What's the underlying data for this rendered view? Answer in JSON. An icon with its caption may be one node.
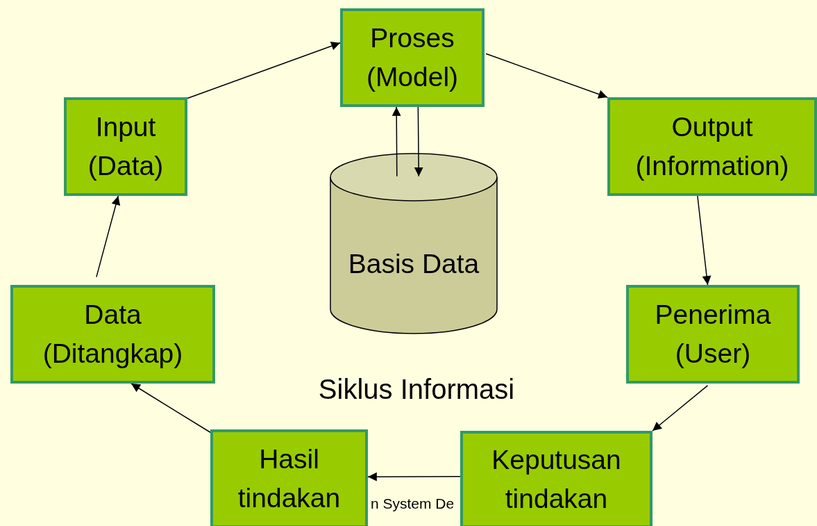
{
  "diagram": {
    "nodes": [
      {
        "text": [
          "Proses (Model)"
        ]
      },
      {
        "text": [
          "Output (Information)"
        ]
      },
      {
        "text": [
          "Penerima (User)"
        ]
      },
      {
        "text": [
          "Keputusan tindakan"
        ]
      },
      {
        "text": [
          "Hasil tindakan"
        ]
      },
      {
        "text": [
          "Data (Ditangkap)"
        ]
      },
      {
        "text": [
          "Input (Data)"
        ]
      },
      {
        "text": [
          "Basis Data"
        ]
      }
    ],
    "edges": [
      {
        "from": 6,
        "to": 0,
        "arrow": "to"
      },
      {
        "from": 0,
        "to": 1,
        "arrow": "to"
      },
      {
        "from": 1,
        "to": 2,
        "arrow": "to"
      },
      {
        "from": 2,
        "to": 3,
        "arrow": "to"
      },
      {
        "from": 3,
        "to": 4,
        "arrow": "to"
      },
      {
        "from": 4,
        "to": 5,
        "arrow": "to"
      },
      {
        "from": 5,
        "to": 6,
        "arrow": "to"
      },
      {
        "from": 7,
        "to": 0,
        "arrow": "to"
      },
      {
        "from": 0,
        "to": 7,
        "arrow": "to"
      }
    ],
    "labels": [
      "Siklus Informasi",
      "n System De"
    ]
  }
}
